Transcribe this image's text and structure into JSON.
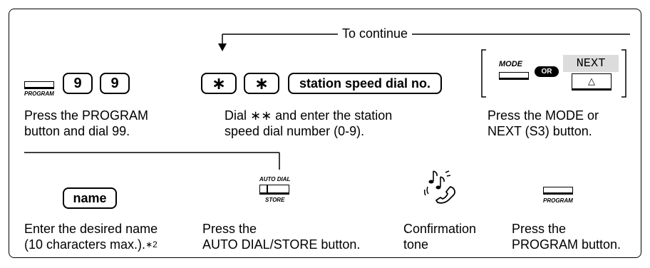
{
  "header": {
    "to_continue": "To continue"
  },
  "step1": {
    "button_label": "PROGRAM",
    "keys": [
      "9",
      "9"
    ],
    "caption": [
      "Press the PROGRAM",
      "button and dial 99."
    ]
  },
  "step2": {
    "keys": [
      "∗",
      "∗"
    ],
    "speed_dial_label": "station speed dial no.",
    "caption": [
      "Dial ∗∗ and enter the station",
      "speed dial number (0-9)."
    ]
  },
  "step3": {
    "mode_label": "MODE",
    "or_label": "OR",
    "next_label": "NEXT",
    "next_triangle": "△",
    "caption": [
      "Press the MODE or",
      "NEXT (S3) button."
    ]
  },
  "step4": {
    "key_label": "name",
    "caption": [
      "Enter the desired name",
      "(10 characters max.)."
    ],
    "footnote": "∗2"
  },
  "step5": {
    "top_label": "AUTO DIAL",
    "bottom_label": "STORE",
    "caption": [
      "Press the",
      "AUTO DIAL/STORE button."
    ]
  },
  "step6": {
    "icon": "handset-with-music-notes",
    "caption": [
      "Confirmation",
      "tone"
    ]
  },
  "step7": {
    "button_label": "PROGRAM",
    "caption": [
      "Press the",
      "PROGRAM button."
    ]
  }
}
